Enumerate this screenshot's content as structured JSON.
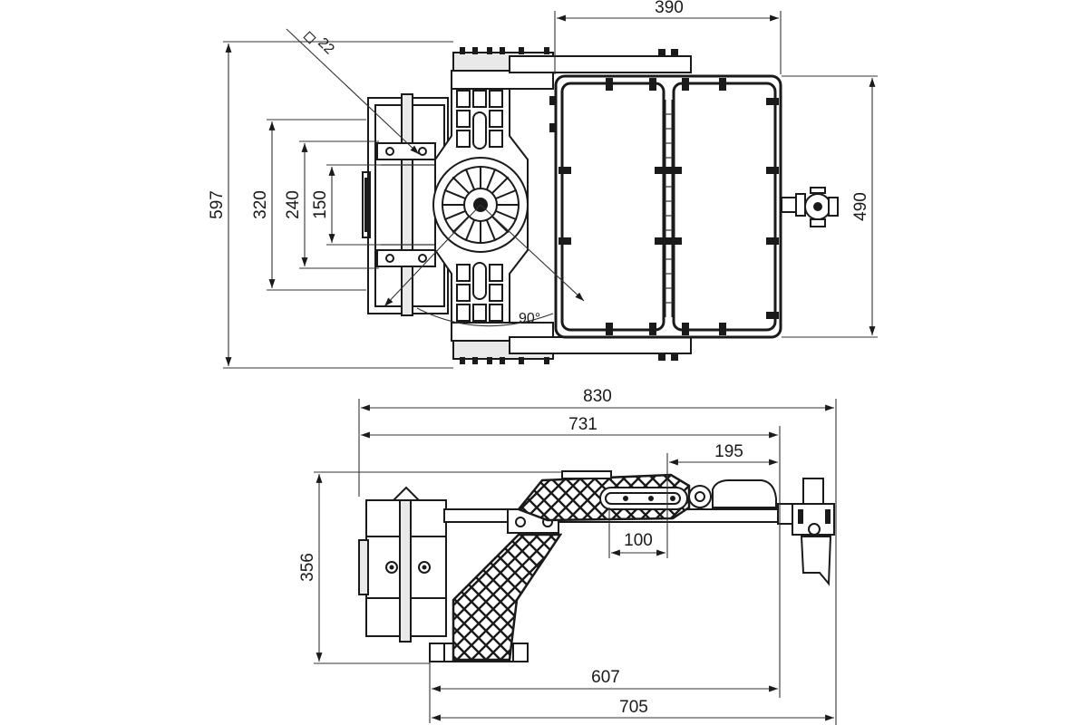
{
  "dimensions": {
    "top_width": "390",
    "top_height_total": "597",
    "top_height_320": "320",
    "top_height_240": "240",
    "top_height_150": "150",
    "top_height_right": "490",
    "square": "22",
    "angle": "90°",
    "side_830": "830",
    "side_731": "731",
    "side_195": "195",
    "side_100": "100",
    "side_height": "356",
    "side_607": "607",
    "side_705": "705"
  }
}
